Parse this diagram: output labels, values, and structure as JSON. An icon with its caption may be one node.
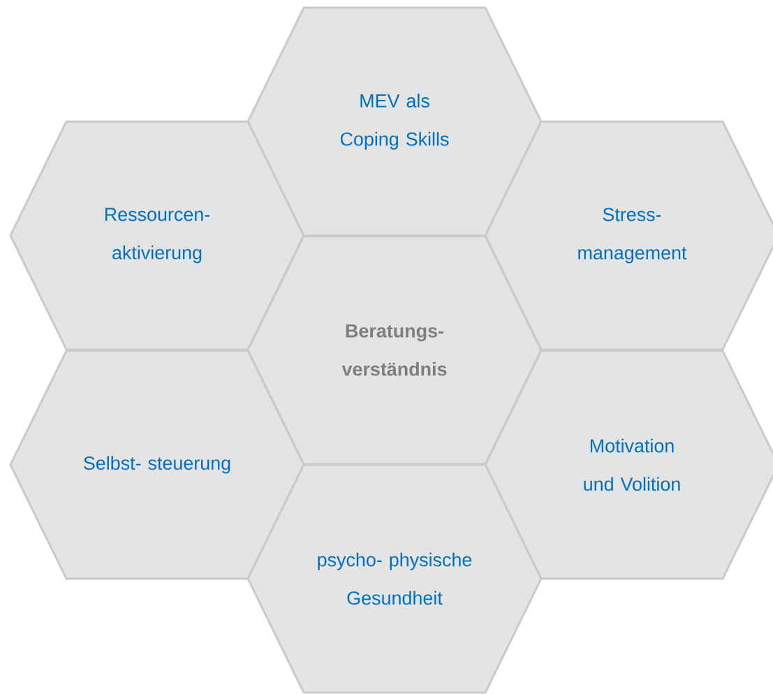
{
  "diagram": {
    "nodes": [
      {
        "text": [
          "MEV als Coping Skills"
        ]
      },
      {
        "text": [
          "Ressourcen- aktivierung"
        ]
      },
      {
        "text": [
          "Stress- management"
        ]
      },
      {
        "text": [
          "Beratungs- verständnis"
        ]
      },
      {
        "text": [
          "Selbst- steuerung"
        ]
      },
      {
        "text": [
          "Motivation und Volition"
        ]
      },
      {
        "text": [
          "psycho- physische Gesundheit"
        ]
      }
    ]
  }
}
